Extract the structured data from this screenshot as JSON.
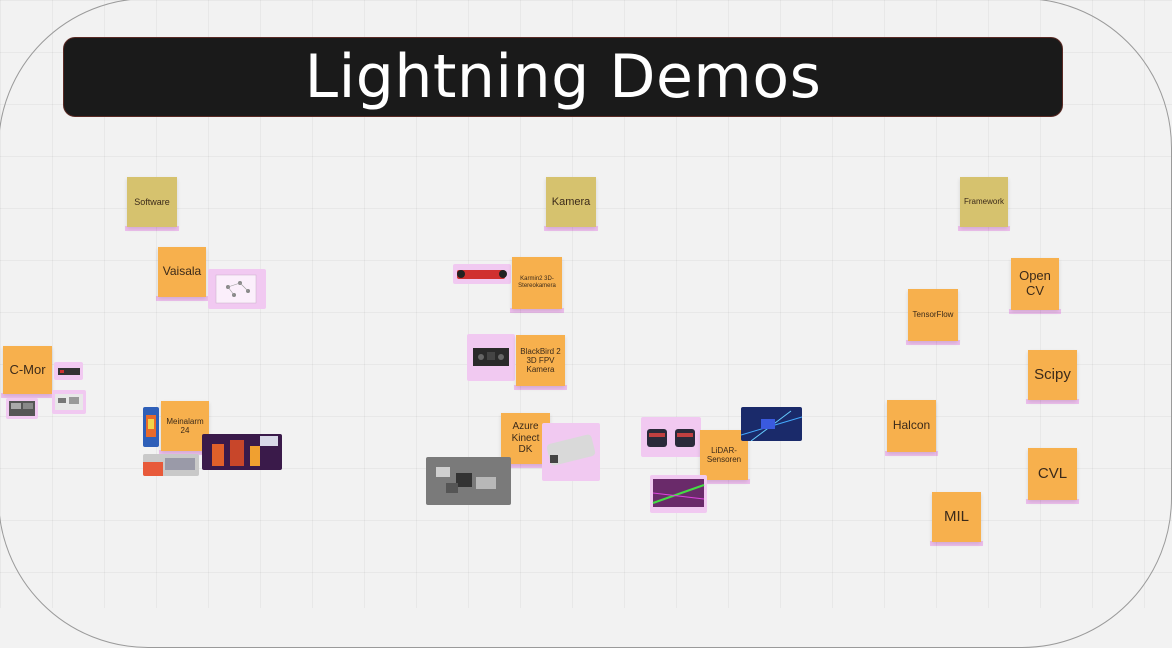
{
  "title": "Lightning Demos",
  "notes": {
    "software": "Software",
    "kamera": "Kamera",
    "framework": "Framework",
    "vaisala": "Vaisala",
    "karmin": "Karmin2 3D-Stereokamera",
    "opencv": "Open CV",
    "tensorflow": "TensorFlow",
    "cmor": "C-Mor",
    "blackbird": "BlackBird 2 3D FPV Kamera",
    "scipy": "Scipy",
    "meinalarm": "Meinalarm 24",
    "azure": "Azure Kinect DK",
    "lidar": "LiDAR-Sensoren",
    "halcon": "Halcon",
    "cvl": "CVL",
    "mil": "MIL"
  },
  "colors": {
    "sticky_orange": "#f7b04d",
    "sticky_olive": "#d6c26e",
    "title_bg": "#1a1a1a"
  }
}
